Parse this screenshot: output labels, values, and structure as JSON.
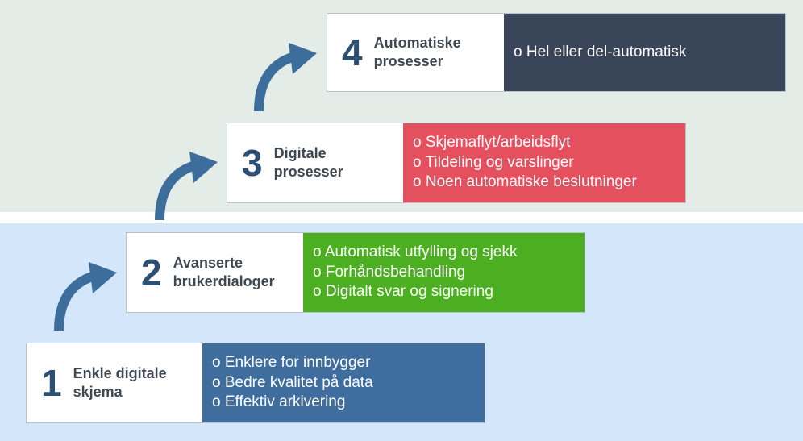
{
  "steps": [
    {
      "number": "1",
      "title": "Enkle digitale\nskjema",
      "color": "#3f6d9e",
      "bullets": [
        "o Enklere for innbygger",
        "o Bedre kvalitet på data",
        "o Effektiv arkivering"
      ]
    },
    {
      "number": "2",
      "title": "Avanserte\nbrukerdialoger",
      "color": "#4caf21",
      "bullets": [
        "o Automatisk utfylling og sjekk",
        "o Forhåndsbehandling",
        "o Digitalt svar og signering"
      ]
    },
    {
      "number": "3",
      "title": "Digitale\nprosesser",
      "color": "#e5505f",
      "bullets": [
        "o Skjemaflyt/arbeidsflyt",
        "o Tildeling og varslinger",
        "o Noen automatiske beslutninger"
      ]
    },
    {
      "number": "4",
      "title": "Automatiske\nprosesser",
      "color": "#394558",
      "bullets": [
        "o Hel eller del-automatisk"
      ]
    }
  ],
  "arrow_icon": "curved-up-right-arrow-icon",
  "arrow_color": "#3c6d9b"
}
